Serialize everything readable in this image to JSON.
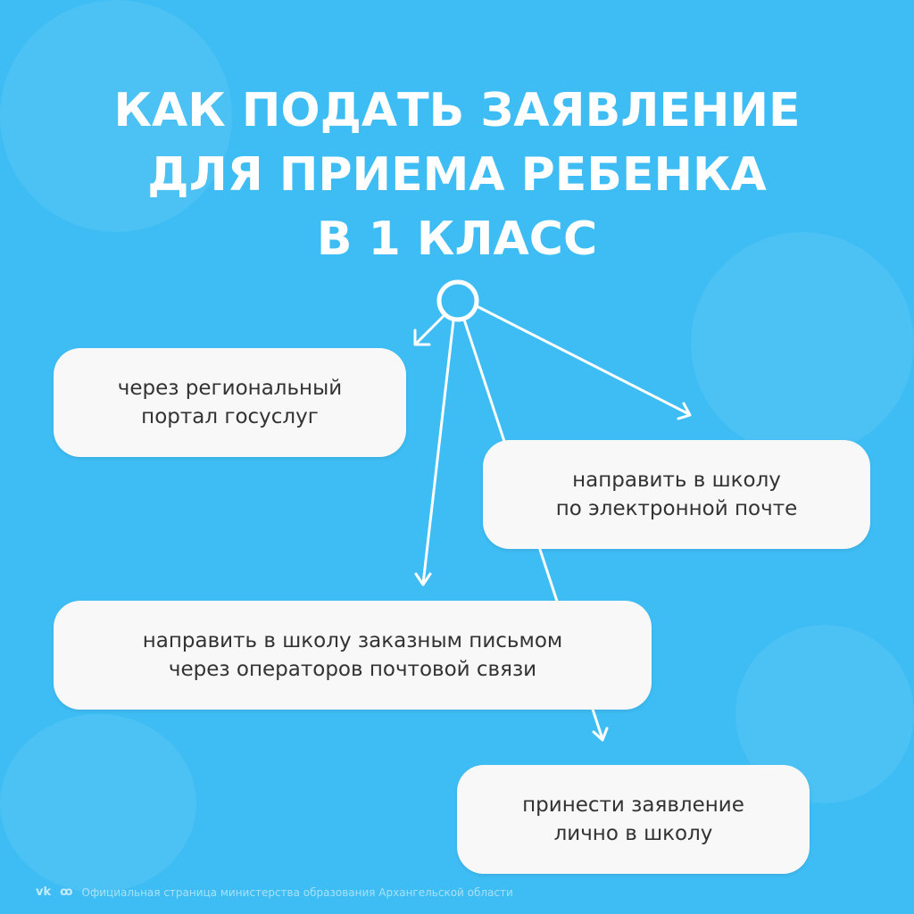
{
  "title": {
    "lines": [
      "КАК ПОДАТЬ ЗАЯВЛЕНИЕ",
      "ДЛЯ ПРИЕМА РЕБЕНКА",
      "В 1 КЛАСС"
    ]
  },
  "options": [
    {
      "lines": [
        "через региональный",
        "портал госуслуг"
      ]
    },
    {
      "lines": [
        "направить в школу",
        "по электронной почте"
      ]
    },
    {
      "lines": [
        "направить в школу заказным письмом",
        "через операторов почтовой связи"
      ]
    },
    {
      "lines": [
        "принести заявление",
        "лично в школу"
      ]
    }
  ],
  "footer": {
    "icons": [
      "vk-icon",
      "odnoklassniki-icon"
    ],
    "text": "Официальная страница министерства образования Архангельской области"
  },
  "colors": {
    "background": "#3ebdf4",
    "box": "#f8f8f8",
    "text": "#333333"
  }
}
